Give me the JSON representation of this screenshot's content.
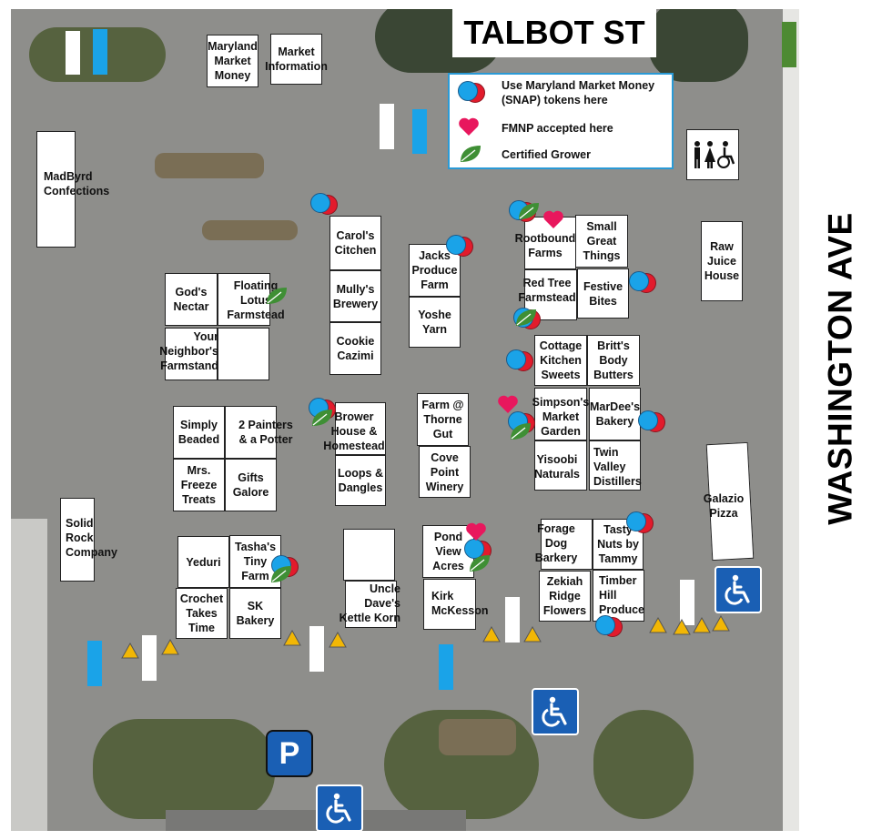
{
  "streets": {
    "north": "TALBOT ST",
    "east": "WASHINGTON AVE"
  },
  "legend": {
    "snap": "Use Maryland Market\nMoney (SNAP) tokens here",
    "fmnp": "FMNP accepted here",
    "grower": "Certified Grower"
  },
  "info_booths": {
    "market_money": "Maryland\nMarket\nMoney",
    "market_info": "Market\nInformation"
  },
  "vendors": {
    "madbyrd": "MadByrd\nConfections",
    "carols": "Carol's\nCitchen",
    "jacks": "Jacks\nProduce\nFarm",
    "rootbound": "Rootbound\nFarms",
    "small_great": "Small\nGreat\nThings",
    "raw_juice": "Raw\nJuice\nHouse",
    "gods_nectar": "God's\nNectar",
    "floating_lotus": "Floating\nLotus\nFarmstead",
    "mullys": "Mully's\nBrewery",
    "yoshe": "Yoshe\nYarn",
    "red_tree": "Red Tree\nFarmstead",
    "festive": "Festive\nBites",
    "your_neighbor": "Your\nNeighbor's\nFarmstand",
    "cookie": "Cookie\nCazimi",
    "cottage": "Cottage\nKitchen\nSweets",
    "britts": "Britt's\nBody\nButters",
    "simply_beaded": "Simply\nBeaded",
    "two_painters": "2 Painters\n& a Potter",
    "brower": "Brower\nHouse &\nHomestead",
    "farm_thorne": "Farm @\nThorne\nGut",
    "simpsons": "Simpson's\nMarket\nGarden",
    "mardees": "MarDee's\nBakery",
    "mrs_freeze": "Mrs.\nFreeze\nTreats",
    "gifts": "Gifts\nGalore",
    "loops": "Loops &\nDangles",
    "cove_point": "Cove\nPoint\nWinery",
    "yisoobi": "Yisoobi\nNaturals",
    "twin_valley": "Twin\nValley\nDistillers",
    "solid_rock": "Solid\nRock\nCompany",
    "galazio": "Galazio\nPizza",
    "forage": "Forage\nDog\nBarkery",
    "tasty_nuts": "Tasty\nNuts by\nTammy",
    "yeduri": "Yeduri",
    "tashas": "Tasha's\nTiny\nFarm",
    "pond_view": "Pond\nView\nAcres",
    "crochet": "Crochet\nTakes\nTime",
    "sk_bakery": "SK\nBakery",
    "uncle_daves": "Uncle\nDave's\nKettle Korn",
    "kirk": "Kirk\nMcKesson",
    "zekiah": "Zekiah\nRidge\nFlowers",
    "timber_hill": "Timber\nHill\nProduce"
  },
  "parking_symbol": "P",
  "colors": {
    "snap_blue": "#1aa3e8",
    "snap_red": "#e21b2c",
    "fmnp_pink": "#e8175d",
    "grower_green": "#3f8f35",
    "accessible_blue": "#1a5fb4",
    "legend_border": "#2a9ad6",
    "cone_yellow": "#f2b705"
  },
  "icons": {
    "snap": "snap-token-icon",
    "fmnp": "heart-icon",
    "grower": "leaf-icon",
    "restroom": "restroom-icon",
    "accessible": "wheelchair-icon",
    "cone": "traffic-cone-icon"
  }
}
